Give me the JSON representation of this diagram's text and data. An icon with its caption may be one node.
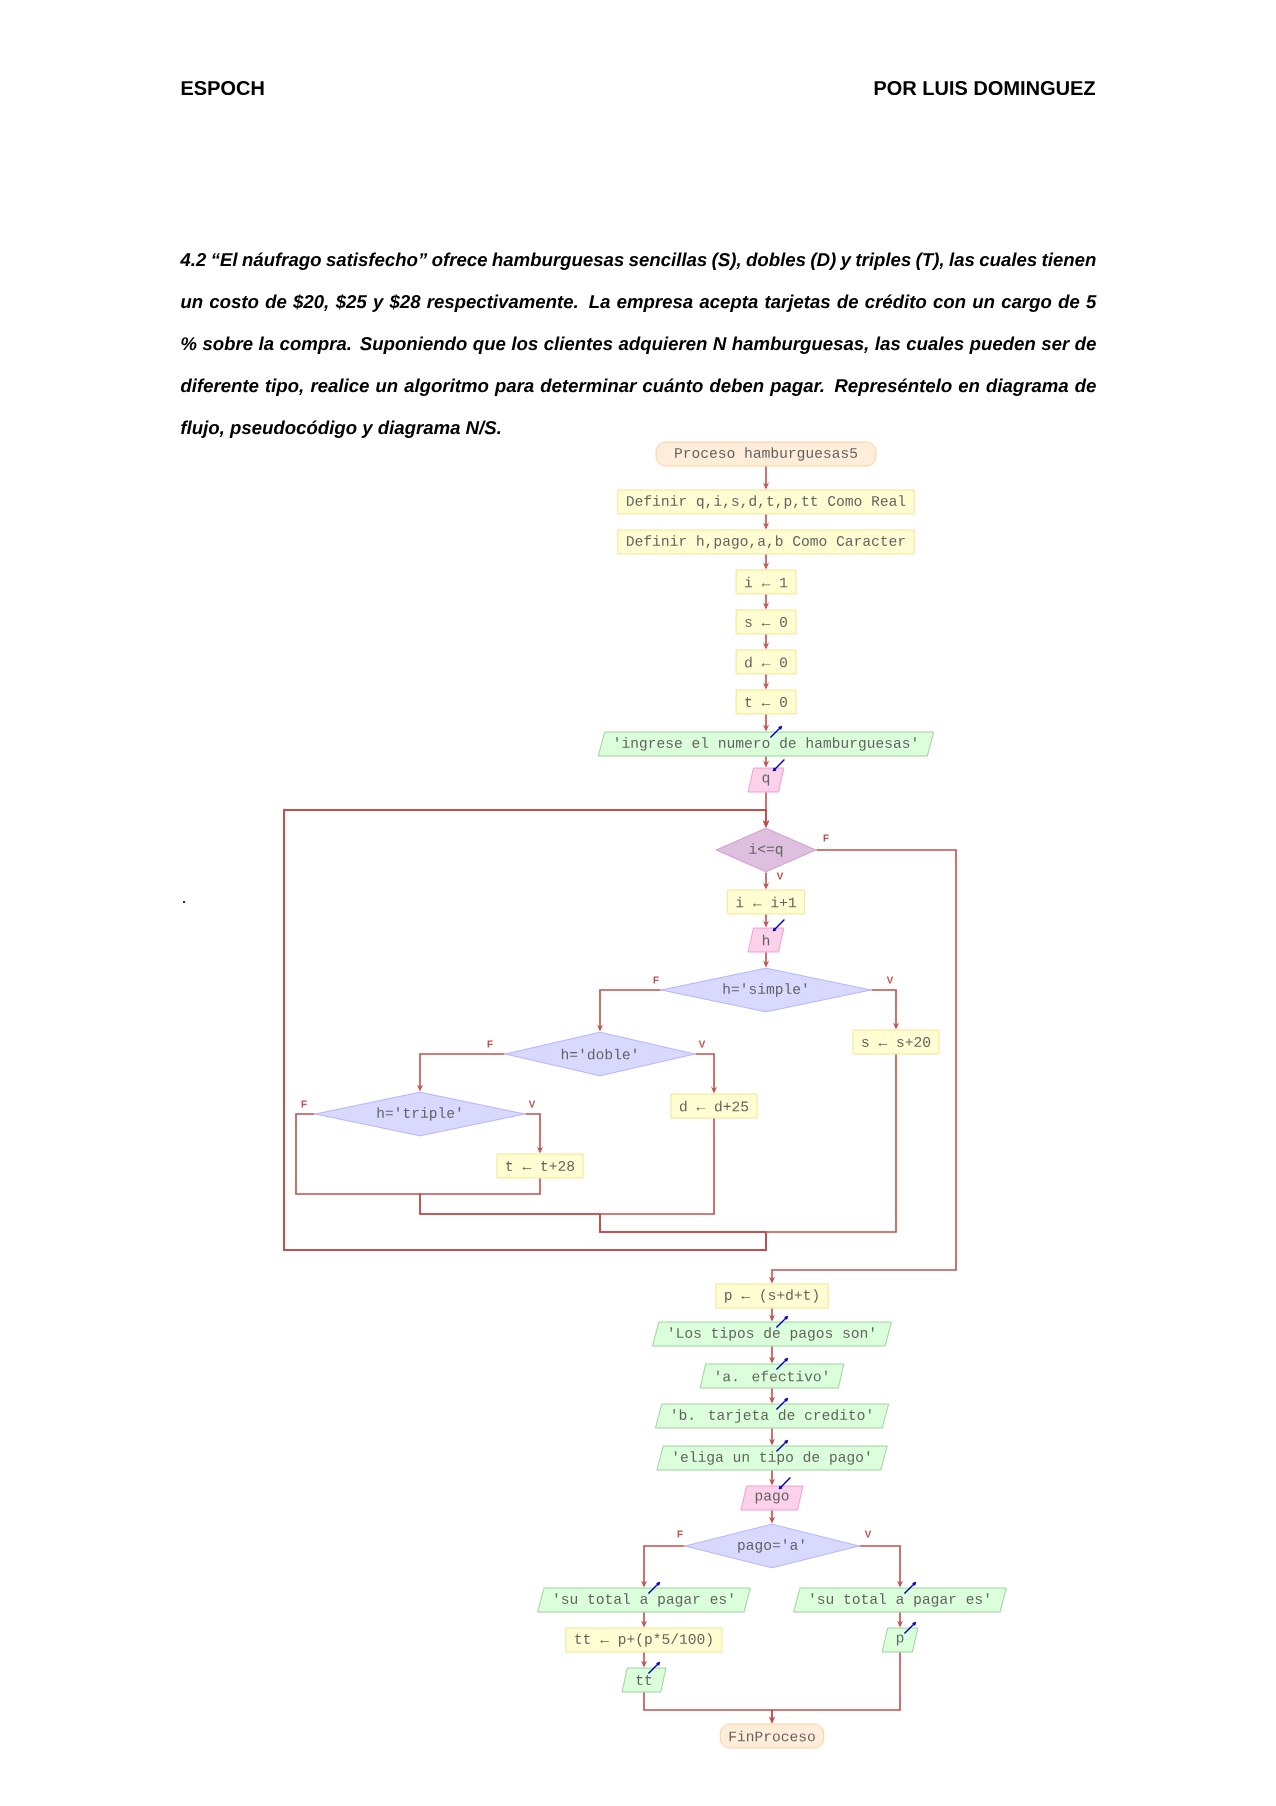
{
  "diagram": {
    "nodes": [
      {
        "text": [
          "Proceso hamburguesas5"
        ]
      },
      {
        "text": [
          "Definir q,i,s,d,t,p,tt Como Real"
        ]
      },
      {
        "text": [
          "Definir h,pago,a,b Como Caracter"
        ]
      },
      {
        "text": [
          "i ← 1"
        ]
      },
      {
        "text": [
          "s ← 0"
        ]
      },
      {
        "text": [
          "d ← 0"
        ]
      },
      {
        "text": [
          "t ← 0"
        ]
      },
      {
        "text": [
          "'ingrese el numero de hamburguesas'"
        ]
      },
      {
        "text": [
          "q"
        ]
      },
      {
        "text": [
          "i<=q"
        ]
      },
      {
        "text": [
          "i ← i+1"
        ]
      },
      {
        "text": [
          "h"
        ]
      },
      {
        "text": [
          "h='simple'"
        ]
      },
      {
        "text": [
          "s ← s+20"
        ]
      },
      {
        "text": [
          "h='doble'"
        ]
      },
      {
        "text": [
          "d ← d+25"
        ]
      },
      {
        "text": [
          "h='triple'"
        ]
      },
      {
        "text": [
          "t ← t+28"
        ]
      },
      {
        "text": [
          "p ← (s+d+t)"
        ]
      },
      {
        "text": [
          "'Los tipos de pagos son'"
        ]
      },
      {
        "text": [
          "'a. efectivo'"
        ]
      },
      {
        "text": [
          "'b. tarjeta de credito'"
        ]
      },
      {
        "text": [
          "'eliga un tipo de pago'"
        ]
      },
      {
        "text": [
          "pago"
        ]
      },
      {
        "text": [
          "pago='a'"
        ]
      },
      {
        "text": [
          "'su total a pagar es'"
        ]
      },
      {
        "text": [
          "'su total a pagar es'"
        ]
      },
      {
        "text": [
          "tt ← p+(p*5/100)"
        ]
      },
      {
        "text": [
          "p"
        ]
      },
      {
        "text": [
          "tt"
        ]
      },
      {
        "text": [
          "FinProceso"
        ]
      }
    ],
    "edges": [
      {
        "from": 0,
        "to": 1,
        "arrow": "to"
      },
      {
        "from": 1,
        "to": 2,
        "arrow": "to"
      },
      {
        "from": 2,
        "to": 3,
        "arrow": "to"
      },
      {
        "from": 3,
        "to": 4,
        "arrow": "to"
      },
      {
        "from": 4,
        "to": 5,
        "arrow": "to"
      },
      {
        "from": 5,
        "to": 6,
        "arrow": "to"
      },
      {
        "from": 6,
        "to": 7,
        "arrow": "to"
      },
      {
        "from": 7,
        "to": 8,
        "arrow": "to"
      },
      {
        "from": 8,
        "to": 9,
        "arrow": "to"
      },
      {
        "from": 9,
        "to": 10,
        "arrow": "to",
        "label": "V"
      },
      {
        "from": 9,
        "to": 18,
        "arrow": "to",
        "label": "F"
      },
      {
        "from": 10,
        "to": 11,
        "arrow": "to"
      },
      {
        "from": 11,
        "to": 12,
        "arrow": "to"
      },
      {
        "from": 12,
        "to": 13,
        "arrow": "to",
        "label": "V"
      },
      {
        "from": 12,
        "to": 14,
        "arrow": "to",
        "label": "F"
      },
      {
        "from": 14,
        "to": 15,
        "arrow": "to",
        "label": "V"
      },
      {
        "from": 14,
        "to": 16,
        "arrow": "to",
        "label": "F"
      },
      {
        "from": 16,
        "to": 17,
        "arrow": "to",
        "label": "V"
      },
      {
        "from": 16,
        "to": 9,
        "arrow": "to",
        "label": "F"
      },
      {
        "from": 17,
        "to": 9,
        "arrow": "to"
      },
      {
        "from": 15,
        "to": 9,
        "arrow": "to"
      },
      {
        "from": 13,
        "to": 9,
        "arrow": "to"
      },
      {
        "from": 18,
        "to": 19,
        "arrow": "to"
      },
      {
        "from": 19,
        "to": 20,
        "arrow": "to"
      },
      {
        "from": 20,
        "to": 21,
        "arrow": "to"
      },
      {
        "from": 21,
        "to": 22,
        "arrow": "to"
      },
      {
        "from": 22,
        "to": 23,
        "arrow": "to"
      },
      {
        "from": 23,
        "to": 24,
        "arrow": "to"
      },
      {
        "from": 24,
        "to": 26,
        "arrow": "to",
        "label": "V"
      },
      {
        "from": 24,
        "to": 25,
        "arrow": "to",
        "label": "F"
      },
      {
        "from": 25,
        "to": 27,
        "arrow": "to"
      },
      {
        "from": 27,
        "to": 29,
        "arrow": "to"
      },
      {
        "from": 26,
        "to": 28,
        "arrow": "to"
      },
      {
        "from": 29,
        "to": 30,
        "arrow": "to"
      },
      {
        "from": 28,
        "to": 30,
        "arrow": "to"
      }
    ],
    "labels": [
      "ESPOCH",
      "POR LUIS DOMINGUEZ",
      "4.2 “El náufrago satisfecho” ofrece hamburguesas sencillas (S), dobles (D) y triples (T), las cuales tienen un costo de $20, $25 y $28 respectivamente. La empresa acepta tarjetas de crédito con un cargo de 5 % sobre la compra. Suponiendo que los clientes adquieren N hamburguesas, las cuales pueden ser de diferente tipo, realice un algoritmo para determinar cuánto deben pagar. Represéntelo en diagrama de flujo, pseudocódigo y diagrama N/S.",
      "."
    ]
  }
}
